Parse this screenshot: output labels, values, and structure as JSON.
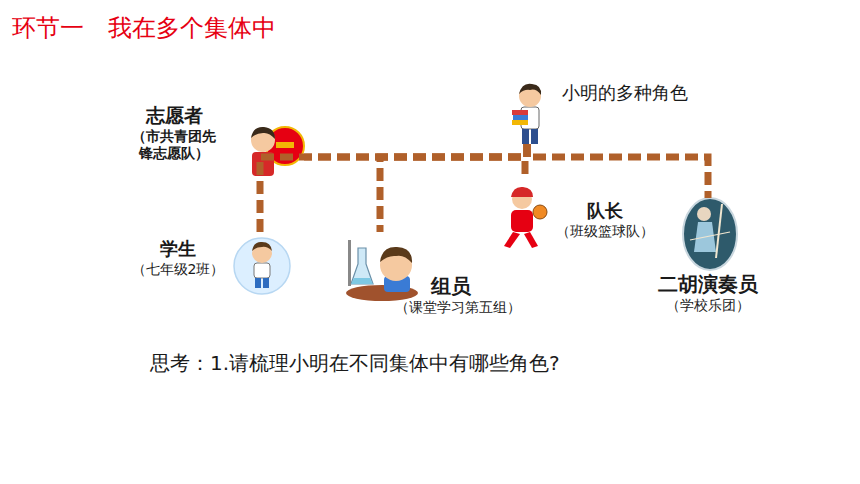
{
  "diagram": {
    "title": "环节一　我在多个集体中",
    "nodes": [
      {
        "text": [
          "小明的多种角色"
        ]
      },
      {
        "text": [
          "志愿者",
          "（市共青团先锋志愿队）"
        ]
      },
      {
        "text": [
          "学生",
          "（七年级2班）"
        ]
      },
      {
        "text": [
          "组员",
          "（课堂学习第五组）"
        ]
      },
      {
        "text": [
          "队长",
          "（班级篮球队）"
        ]
      },
      {
        "text": [
          "二胡演奏员",
          "（学校乐团）"
        ]
      }
    ],
    "edges": [
      {
        "from": 0,
        "to": 1,
        "arrow": "none"
      },
      {
        "from": 0,
        "to": 2,
        "arrow": "none"
      },
      {
        "from": 0,
        "to": 3,
        "arrow": "none"
      },
      {
        "from": 0,
        "to": 4,
        "arrow": "none"
      },
      {
        "from": 0,
        "to": 5,
        "arrow": "none"
      }
    ],
    "labels": [
      "思考：1.请梳理小明在不同集体中有哪些角色?"
    ]
  }
}
